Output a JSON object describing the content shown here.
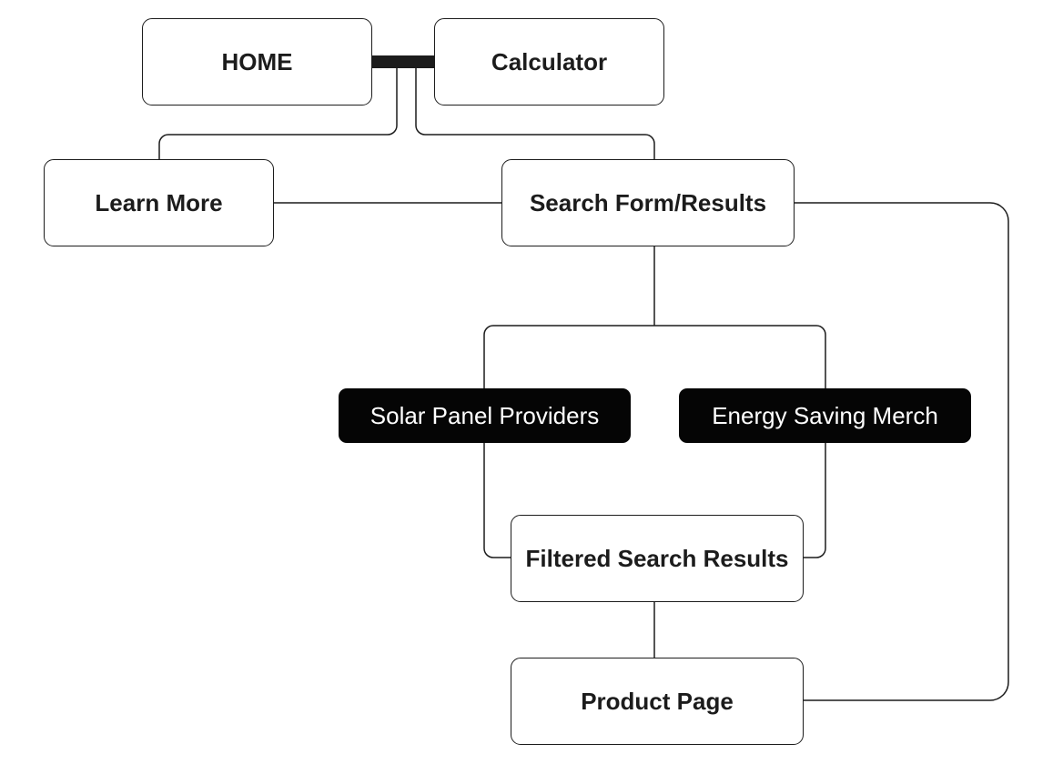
{
  "nodes": {
    "home": "HOME",
    "calculator": "Calculator",
    "learn_more": "Learn More",
    "search": "Search Form/Results",
    "solar": "Solar Panel Providers",
    "energy": "Energy Saving Merch",
    "filtered": "Filtered Search Results",
    "product": "Product Page"
  },
  "colors": {
    "line": "#1c1c1c",
    "filled_node": "#050505",
    "filled_text": "#ffffff",
    "outline_node": "#ffffff"
  }
}
